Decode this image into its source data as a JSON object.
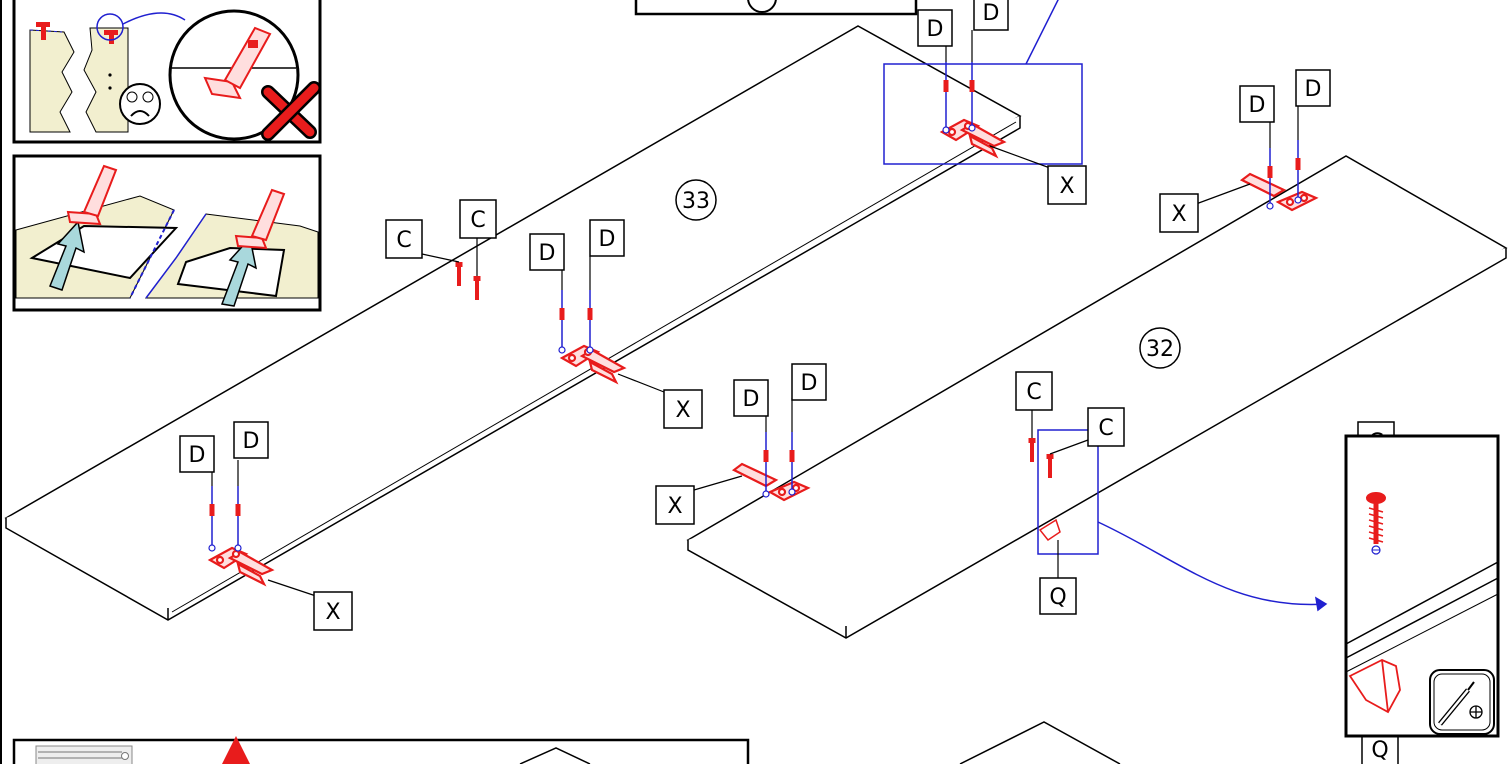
{
  "diagram": {
    "part_numbers": [
      "33",
      "32"
    ],
    "labels": {
      "hinge": "X",
      "screw_d": "D",
      "screw_c": "C",
      "catch": "Q"
    }
  },
  "colors": {
    "line": "#000000",
    "part_red": "#e81c1c",
    "callout_blue": "#2020d0",
    "panel_fill": "#f2efcf",
    "arrow_fill": "#a9d8dc"
  },
  "icons": [
    "screwdriver-icon",
    "phillips-head-icon",
    "warning-x-icon",
    "sad-face-icon"
  ]
}
